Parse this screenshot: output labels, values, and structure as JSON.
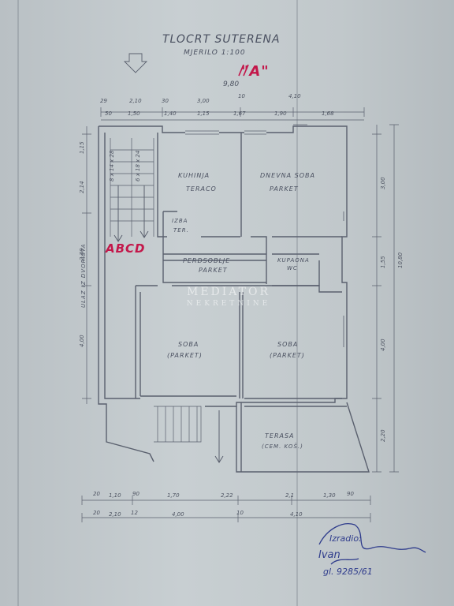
{
  "title": "TLOCRT SUTERENA",
  "scale": "MJERILO 1:100",
  "unit_label": "\"A\"",
  "stamp": "ABCD",
  "watermark": {
    "line1": "MEDIATOR",
    "line2": "NEKRETNINE"
  },
  "rooms": {
    "kitchen": {
      "name": "KUHINJA",
      "floor": "TERACO"
    },
    "living": {
      "name": "DNEVNA SOBA",
      "floor": "PARKET"
    },
    "storage": {
      "name": "IZBA",
      "floor": "TER."
    },
    "hall": {
      "name": "PERDSOBLJE",
      "floor": "PARKET"
    },
    "bath": {
      "name": "KUPAONA",
      "floor": "WC"
    },
    "room1": {
      "name": "SOBA",
      "floor": "(PARKET)"
    },
    "room2": {
      "name": "SOBA",
      "floor": "(PARKET)"
    },
    "terrace": {
      "name": "TERASA",
      "floor": "(CEM. KOŠ.)"
    },
    "stair": {
      "name": "ULAZ IZ DVORIŠTA"
    }
  },
  "dims": {
    "top_total": "9,80",
    "top_row1": [
      "29",
      "2,10",
      "30",
      "3,00",
      "10",
      "4,10"
    ],
    "top_row2": [
      "50",
      "1,50",
      "1,40",
      "1,15",
      "1,67",
      "1,90",
      "1,68"
    ],
    "right_col": [
      "3,00",
      "1,55",
      "4,00",
      "2,20"
    ],
    "right_total": "10,80",
    "left_col": [
      "1,15",
      "2,14",
      "2,40",
      "4,00"
    ],
    "bottom_row1": [
      "20",
      "1,10",
      "90",
      "1,70",
      "2,22",
      "2,1",
      "1,30",
      "90"
    ],
    "bottom_row2": [
      "20",
      "2,10",
      "12",
      "4,00",
      "10",
      "4,10"
    ],
    "stair_steps": [
      "8 x 14 x 28",
      "6 x 18 x 24"
    ]
  },
  "signature": {
    "line1": "Izradio:",
    "line2": "Ivan",
    "line3": "gl. 9285/61"
  }
}
